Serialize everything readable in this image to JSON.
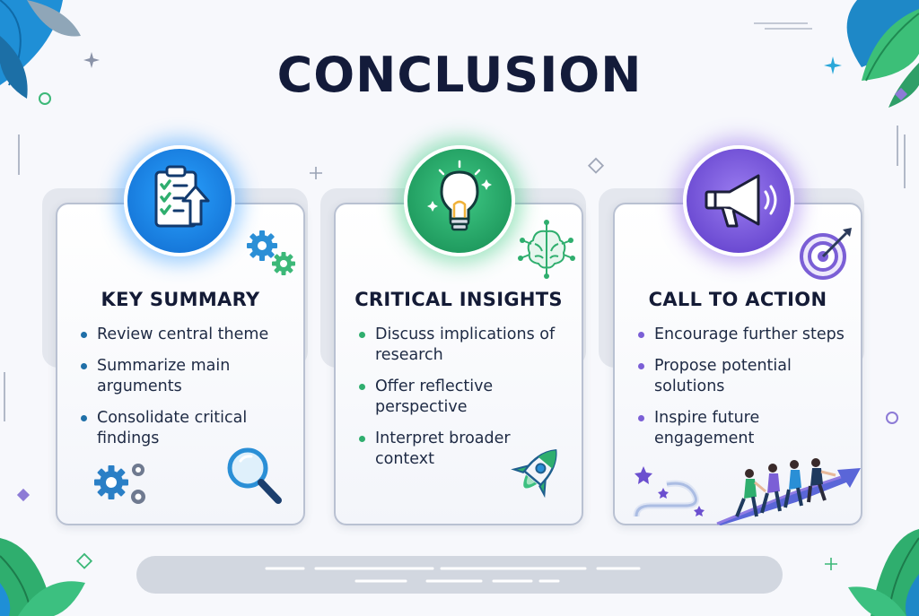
{
  "title": "CONCLUSION",
  "colors": {
    "navy": "#131b3a",
    "blue_accent": "#1e8fe0",
    "green_accent": "#2fae6e",
    "purple_accent": "#7b5fd6"
  },
  "cards": [
    {
      "title": "KEY SUMMARY",
      "icon": "clipboard-checklist-icon",
      "accent": "#1e8fe0",
      "bullets": [
        "Review central theme",
        "Summarize main arguments",
        "Consolidate critical findings"
      ]
    },
    {
      "title": "CRITICAL INSIGHTS",
      "icon": "lightbulb-icon",
      "accent": "#2fae6e",
      "bullets": [
        "Discuss implications of research",
        "Offer reflective perspective",
        "Interpret broader context"
      ]
    },
    {
      "title": "CALL TO ACTION",
      "icon": "megaphone-icon",
      "accent": "#7b5fd6",
      "bullets": [
        "Encourage further steps",
        "Propose potential solutions",
        "Inspire future engagement"
      ]
    }
  ]
}
